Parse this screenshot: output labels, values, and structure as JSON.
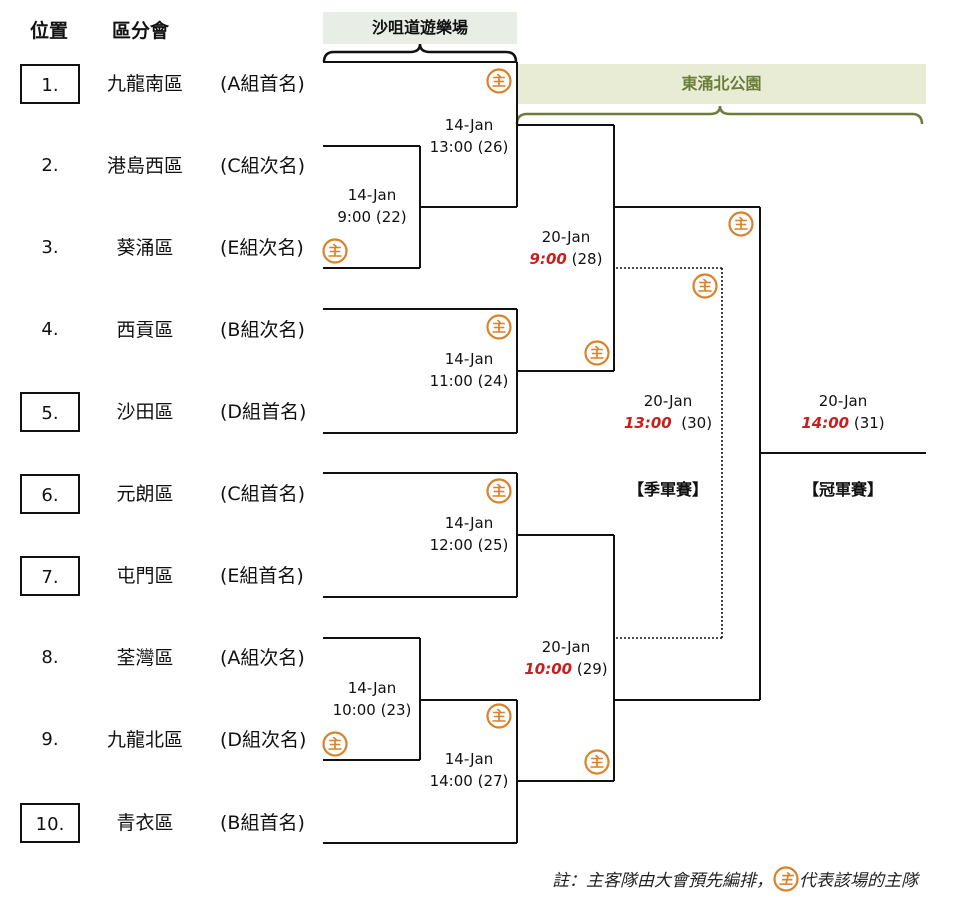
{
  "headers": {
    "position": "位置",
    "district": "區分會"
  },
  "venues": {
    "left": "沙咀道遊樂場",
    "right": "東涌北公園",
    "left_bg": "#e8eee6",
    "right_bg": "#e8ecd4",
    "right_brace_color": "#6b7d3a"
  },
  "teams": [
    {
      "pos": "1.",
      "district": "九龍南區",
      "group": "(A組首名)"
    },
    {
      "pos": "2.",
      "district": "港島西區",
      "group": "(C組次名)"
    },
    {
      "pos": "3.",
      "district": "葵涌區",
      "group": "(E組次名)"
    },
    {
      "pos": "4.",
      "district": "西貢區",
      "group": "(B組次名)"
    },
    {
      "pos": "5.",
      "district": "沙田區",
      "group": "(D組首名)"
    },
    {
      "pos": "6.",
      "district": "元朗區",
      "group": "(C組首名)"
    },
    {
      "pos": "7.",
      "district": "屯門區",
      "group": "(E組首名)"
    },
    {
      "pos": "8.",
      "district": "荃灣區",
      "group": "(A組次名)"
    },
    {
      "pos": "9.",
      "district": "九龍北區",
      "group": "(D組次名)"
    },
    {
      "pos": "10.",
      "district": "青衣區",
      "group": "(B組首名)"
    }
  ],
  "matches": {
    "m22": {
      "date": "14-Jan",
      "time": "9:00",
      "num": "(22)"
    },
    "m23": {
      "date": "14-Jan",
      "time": "10:00",
      "num": "(23)"
    },
    "m24": {
      "date": "14-Jan",
      "time": "11:00",
      "num": "(24)"
    },
    "m25": {
      "date": "14-Jan",
      "time": "12:00",
      "num": "(25)"
    },
    "m26": {
      "date": "14-Jan",
      "time": "13:00",
      "num": "(26)"
    },
    "m27": {
      "date": "14-Jan",
      "time": "14:00",
      "num": "(27)"
    },
    "m28": {
      "date": "20-Jan",
      "time": "9:00",
      "num": "(28)"
    },
    "m29": {
      "date": "20-Jan",
      "time": "10:00",
      "num": "(29)"
    },
    "m30": {
      "date": "20-Jan",
      "time": "13:00",
      "num": "(30)"
    },
    "m31": {
      "date": "20-Jan",
      "time": "14:00",
      "num": "(31)"
    }
  },
  "titles": {
    "third_place": "【季軍賽】",
    "final": "【冠軍賽】"
  },
  "home_icon": {
    "name": "home-team-icon",
    "char": "主",
    "color": "#d9822b"
  },
  "note": {
    "text_before": "註：主客隊由大會預先編排，",
    "text_after": "代表該場的主隊"
  }
}
